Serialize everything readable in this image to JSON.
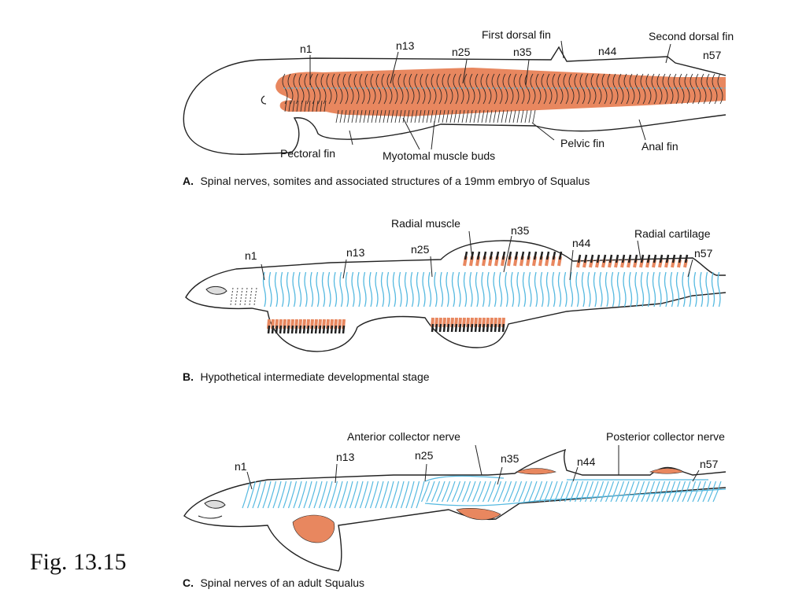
{
  "figure_label": "Fig. 13.15",
  "colors": {
    "muscle": "#e8875f",
    "nerve": "#55b9e0",
    "outline": "#222222"
  },
  "panel_a": {
    "caption_letter": "A.",
    "caption_text": "Spinal nerves, somites and associated structures of a 19mm embryo of Squalus",
    "labels": {
      "n1": "n1",
      "n13": "n13",
      "n25": "n25",
      "n35": "n35",
      "n44": "n44",
      "n57": "n57",
      "first_dorsal_fin": "First dorsal fin",
      "second_dorsal_fin": "Second dorsal fin",
      "pectoral_fin": "Pectoral fin",
      "myotomal_muscle_buds": "Myotomal muscle buds",
      "pelvic_fin": "Pelvic fin",
      "anal_fin": "Anal fin"
    }
  },
  "panel_b": {
    "caption_letter": "B.",
    "caption_text": "Hypothetical intermediate developmental stage",
    "labels": {
      "n1": "n1",
      "n13": "n13",
      "n25": "n25",
      "n35": "n35",
      "n44": "n44",
      "n57": "n57",
      "radial_muscle": "Radial muscle",
      "radial_cartilage": "Radial cartilage"
    }
  },
  "panel_c": {
    "caption_letter": "C.",
    "caption_text": "Spinal nerves of an adult Squalus",
    "labels": {
      "n1": "n1",
      "n13": "n13",
      "n25": "n25",
      "n35": "n35",
      "n44": "n44",
      "n57": "n57",
      "anterior_collector_nerve": "Anterior collector nerve",
      "posterior_collector_nerve": "Posterior collector nerve"
    }
  }
}
